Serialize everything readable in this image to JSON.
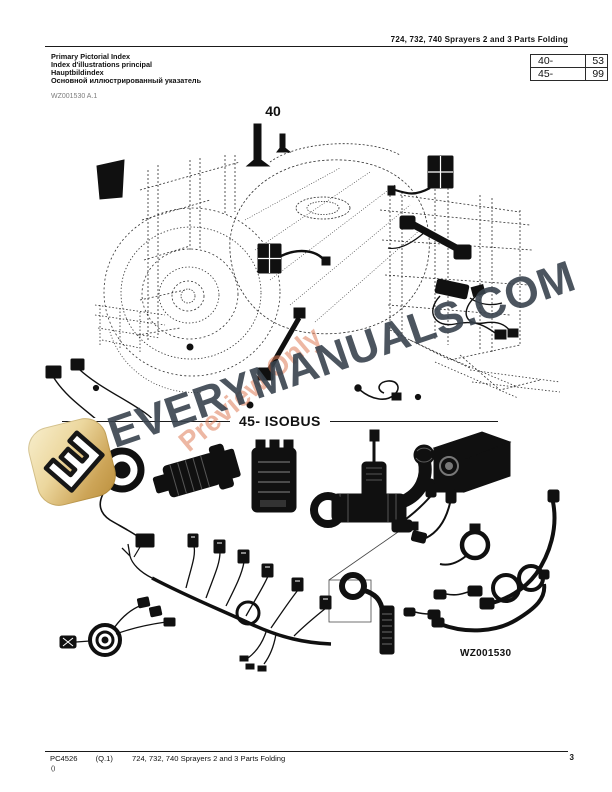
{
  "header": {
    "doc_title": "724, 732, 740 Sprayers 2 and 3 Parts Folding",
    "titles": [
      "Primary Pictorial Index",
      "Index d'illustrations principal",
      "Hauptbildindex",
      "Основной иллюстрированный указатель"
    ],
    "figure_code": "WZ001530 A.1",
    "index_table": {
      "rows": [
        {
          "section": "40-",
          "page": "53"
        },
        {
          "section": "45-",
          "page": "99"
        }
      ]
    }
  },
  "figure_40": {
    "label": "40"
  },
  "section_45": {
    "label": "45- ISOBUS",
    "figure_code": "WZ001530"
  },
  "footer": {
    "doc_number": "PC4526",
    "revision": "(Q.1)",
    "title": "724, 732, 740 Sprayers 2 and 3 Parts Folding",
    "page_number": "3",
    "note": "()"
  },
  "watermark": {
    "site": "EVERYMANUALS.COM",
    "preview": "Preview Only",
    "colors": {
      "site_text": "#39434e",
      "preview_text": "#e07e58",
      "logo_gold": "#bb8f3c",
      "logo_light": "#f8efce"
    }
  }
}
